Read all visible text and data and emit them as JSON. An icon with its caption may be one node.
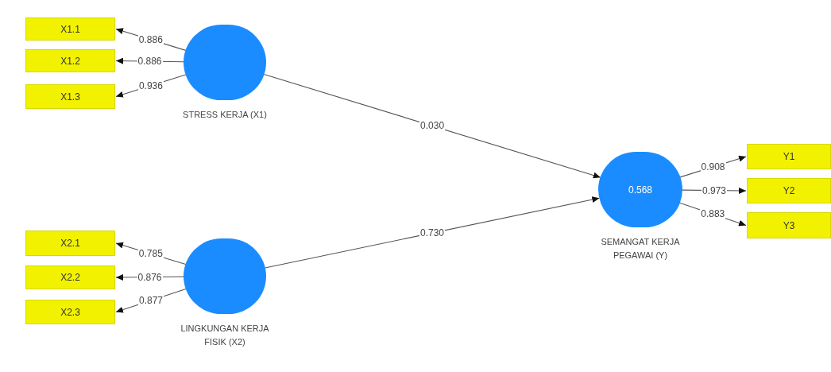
{
  "diagram": {
    "nodes": [
      {
        "text": [
          "STRESS KERJA (X1)"
        ]
      },
      {
        "text": [
          "X1.1"
        ]
      },
      {
        "text": [
          "X1.2"
        ]
      },
      {
        "text": [
          "X1.3"
        ]
      },
      {
        "text": [
          "LINGKUNGAN KERJA FISIK (X2)"
        ]
      },
      {
        "text": [
          "X2.1"
        ]
      },
      {
        "text": [
          "X2.2"
        ]
      },
      {
        "text": [
          "X2.3"
        ]
      },
      {
        "text": [
          "0.568",
          "SEMANGAT KERJA PEGAWAI (Y)"
        ]
      },
      {
        "text": [
          "Y1"
        ]
      },
      {
        "text": [
          "Y2"
        ]
      },
      {
        "text": [
          "Y3"
        ]
      }
    ],
    "edges": [
      {
        "from": 0,
        "to": 1,
        "arrow": "to",
        "label": "0.886"
      },
      {
        "from": 0,
        "to": 2,
        "arrow": "to",
        "label": "0.886"
      },
      {
        "from": 0,
        "to": 3,
        "arrow": "to",
        "label": "0.936"
      },
      {
        "from": 4,
        "to": 5,
        "arrow": "to",
        "label": "0.785"
      },
      {
        "from": 4,
        "to": 6,
        "arrow": "to",
        "label": "0.876"
      },
      {
        "from": 4,
        "to": 7,
        "arrow": "to",
        "label": "0.877"
      },
      {
        "from": 0,
        "to": 8,
        "arrow": "to",
        "label": "0.030"
      },
      {
        "from": 4,
        "to": 8,
        "arrow": "to",
        "label": "0.730"
      },
      {
        "from": 8,
        "to": 9,
        "arrow": "to",
        "label": "0.908"
      },
      {
        "from": 8,
        "to": 10,
        "arrow": "to",
        "label": "0.973"
      },
      {
        "from": 8,
        "to": 11,
        "arrow": "to",
        "label": "0.883"
      }
    ]
  }
}
